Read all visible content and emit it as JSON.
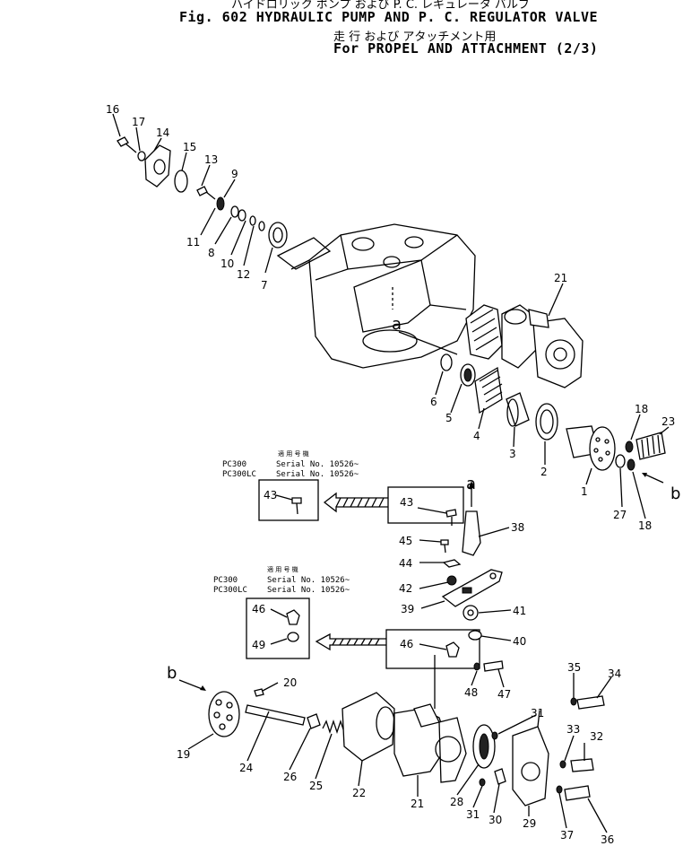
{
  "title": {
    "line1_jp": "ハイドロリック ポンプ および P. C. レギュレータ バルブ",
    "line2": "Fig. 602 HYDRAULIC PUMP AND P. C. REGULATOR VALVE",
    "line3_jp": "走 行   および   アタッチメント用",
    "line4": "For PROPEL AND ATTACHMENT (2/3)"
  },
  "notes": [
    {
      "jp": "適 用 号 機",
      "rows": [
        {
          "model": "PC300",
          "serial": "Serial No. 10526~"
        },
        {
          "model": "PC300LC",
          "serial": "Serial No. 10526~"
        }
      ]
    },
    {
      "jp": "適 用 号 機",
      "rows": [
        {
          "model": "PC300",
          "serial": "Serial No. 10526~"
        },
        {
          "model": "PC300LC",
          "serial": "Serial No. 10526~"
        }
      ]
    }
  ],
  "callouts": {
    "a": "a",
    "b": "b",
    "n1": "1",
    "n2": "2",
    "n3": "3",
    "n4": "4",
    "n5": "5",
    "n6": "6",
    "n7": "7",
    "n8": "8",
    "n9": "9",
    "n10": "10",
    "n11": "11",
    "n12": "12",
    "n13": "13",
    "n14": "14",
    "n15": "15",
    "n16": "16",
    "n17": "17",
    "n18": "18",
    "n19": "19",
    "n20": "20",
    "n21": "21",
    "n22": "22",
    "n23": "23",
    "n24": "24",
    "n25": "25",
    "n26": "26",
    "n27": "27",
    "n28": "28",
    "n29": "29",
    "n30": "30",
    "n31": "31",
    "n32": "32",
    "n33": "33",
    "n34": "34",
    "n35": "35",
    "n36": "36",
    "n37": "37",
    "n38": "38",
    "n39": "39",
    "n40": "40",
    "n41": "41",
    "n42": "42",
    "n43": "43",
    "n44": "44",
    "n45": "45",
    "n46": "46",
    "n47": "47",
    "n48": "48",
    "n49": "49"
  }
}
